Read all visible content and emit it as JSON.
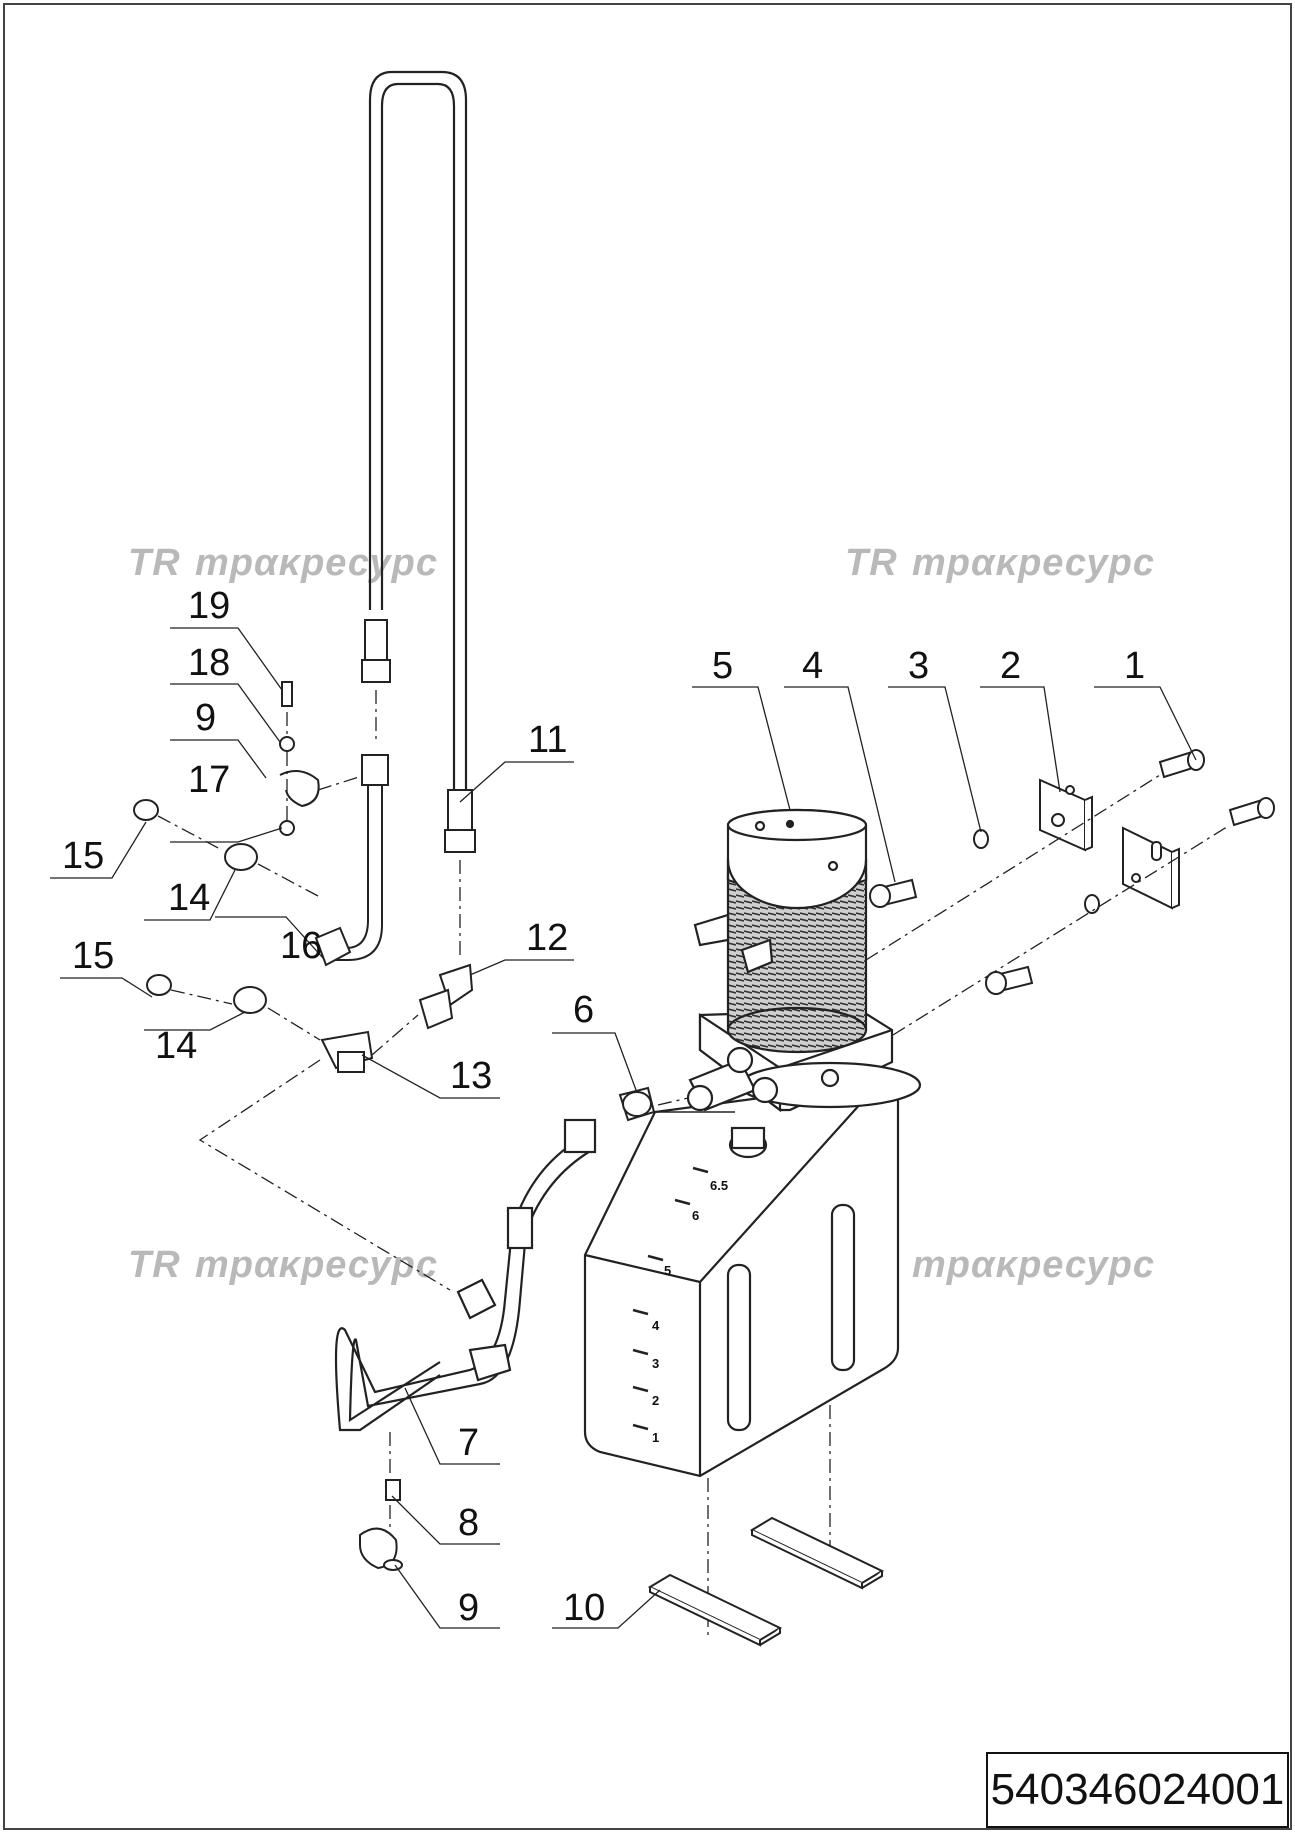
{
  "watermark": {
    "text": "трακресурс",
    "logo": "TR"
  },
  "part_number": "540346024001",
  "callouts": [
    "1",
    "2",
    "3",
    "4",
    "5",
    "6",
    "7",
    "8",
    "9",
    "9",
    "10",
    "11",
    "12",
    "13",
    "14",
    "14",
    "15",
    "15",
    "16",
    "17",
    "18",
    "19"
  ],
  "tank_scale": [
    "6.5",
    "6",
    "5",
    "4",
    "3",
    "2",
    "1"
  ]
}
